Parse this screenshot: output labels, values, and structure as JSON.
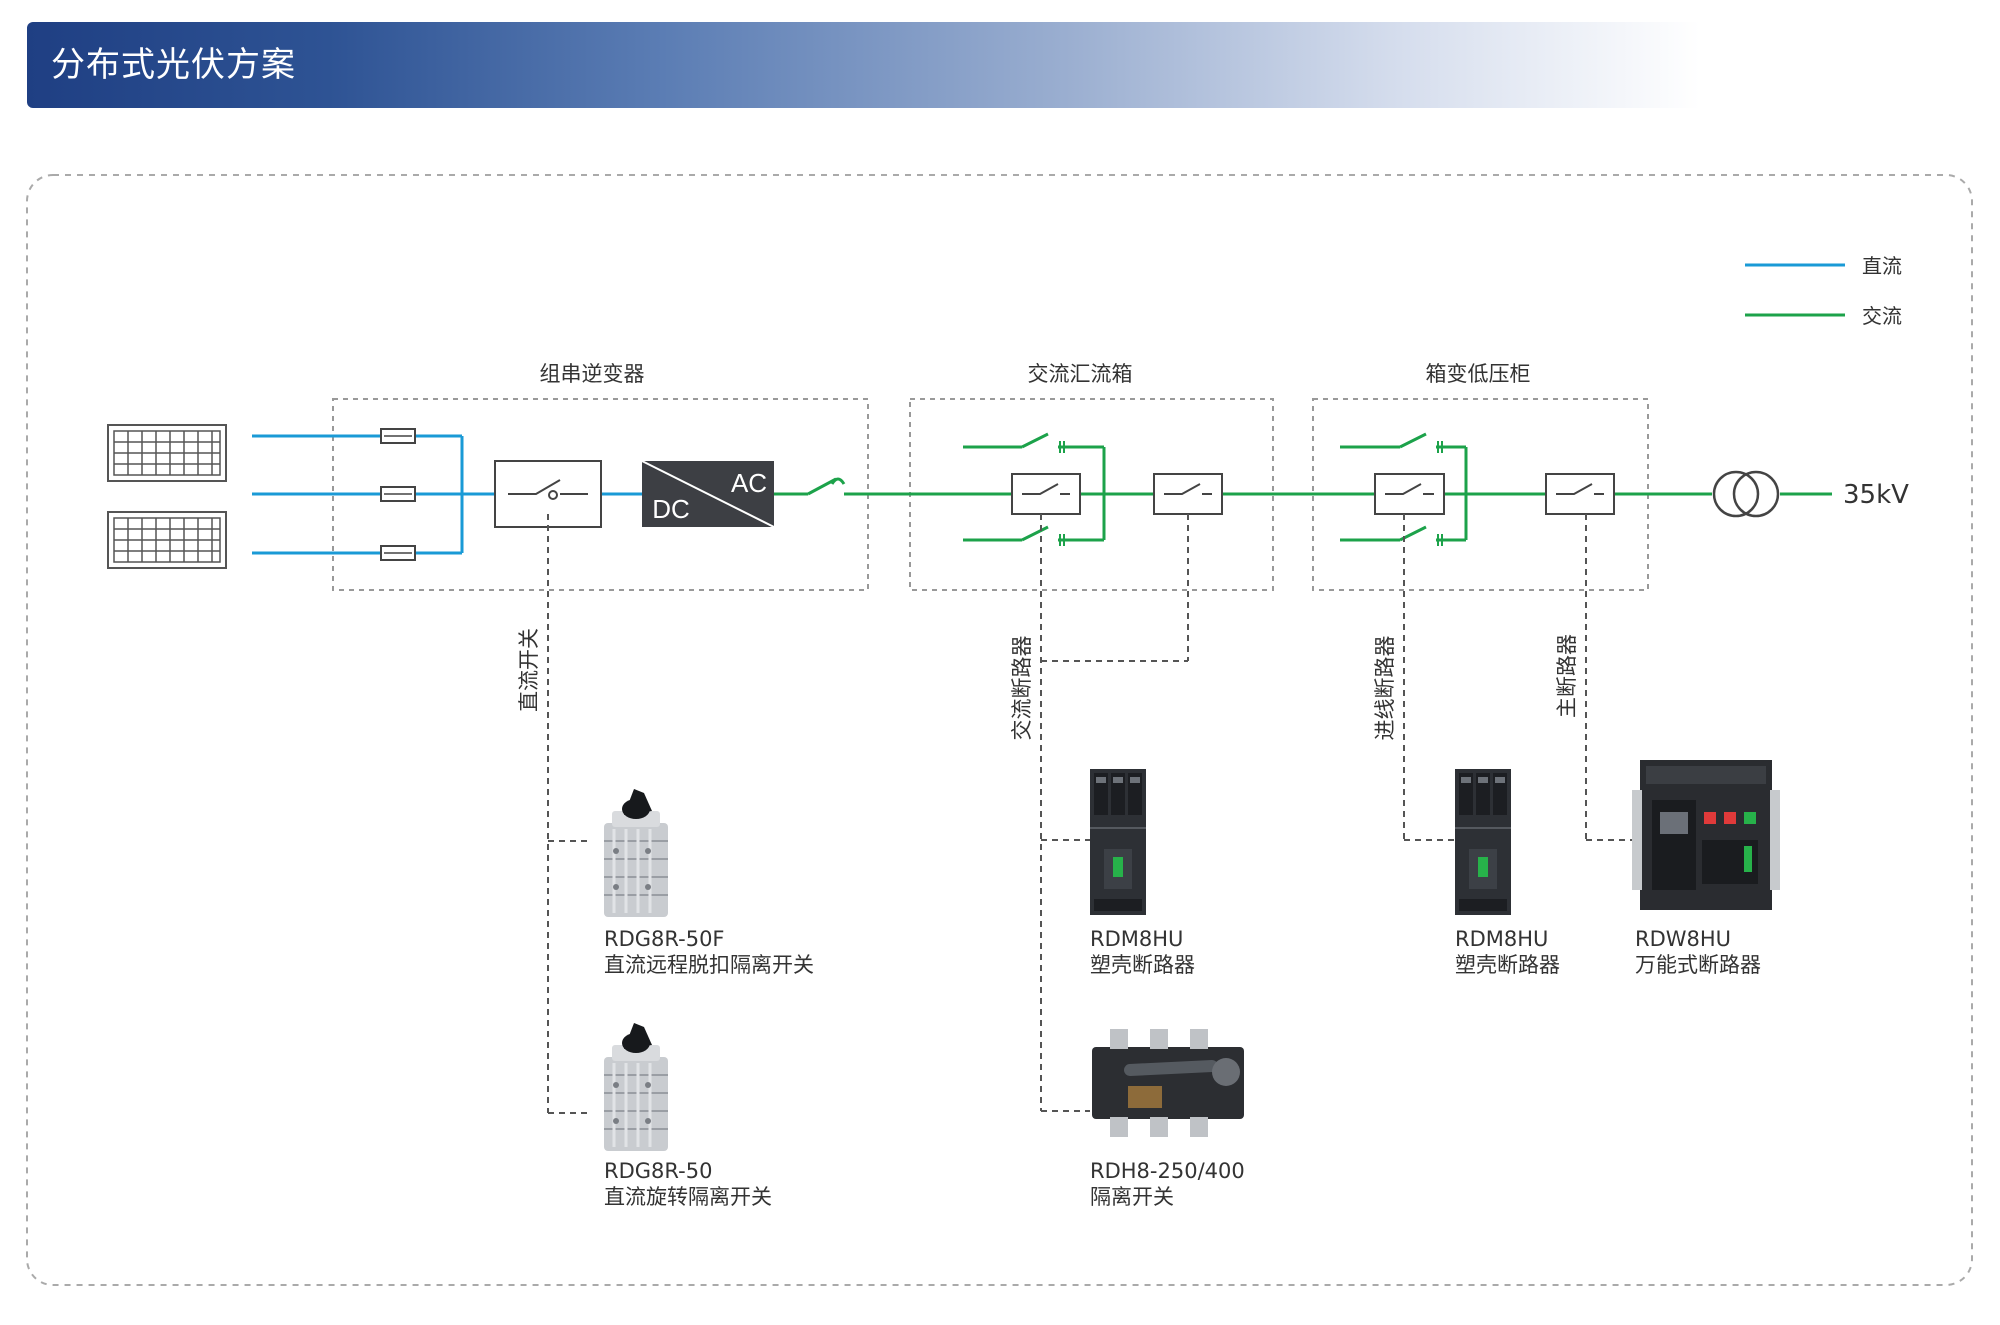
{
  "header": {
    "title": "分布式光伏方案"
  },
  "legend": [
    {
      "label": "直流",
      "color": "#1a9ad6"
    },
    {
      "label": "交流",
      "color": "#1ca24a"
    }
  ],
  "sections": {
    "inverter": "组串逆变器",
    "ac_combiner": "交流汇流箱",
    "box_lv": "箱变低压柜"
  },
  "converter": {
    "ac": "AC",
    "dc": "DC"
  },
  "grid_voltage": "35kV",
  "callouts": {
    "dc_switch": "直流开关",
    "ac_breaker": "交流断路器",
    "incoming_breaker": "进线断路器",
    "main_breaker": "主断路器"
  },
  "products": [
    {
      "model": "RDG8R-50F",
      "desc": "直流远程脱扣隔离开关"
    },
    {
      "model": "RDG8R-50",
      "desc": "直流旋转隔离开关"
    },
    {
      "model": "RDM8HU",
      "desc": "塑壳断路器"
    },
    {
      "model": "RDH8-250/400",
      "desc": "隔离开关"
    },
    {
      "model": "RDM8HU",
      "desc": "塑壳断路器"
    },
    {
      "model": "RDW8HU",
      "desc": "万能式断路器"
    }
  ],
  "icons": [
    "solar-panel-icon",
    "fuse-icon",
    "dc-ac-converter-icon",
    "transformer-icon",
    "rotary-isolator-icon",
    "mccb-icon",
    "acb-icon",
    "switch-disconnector-icon"
  ]
}
